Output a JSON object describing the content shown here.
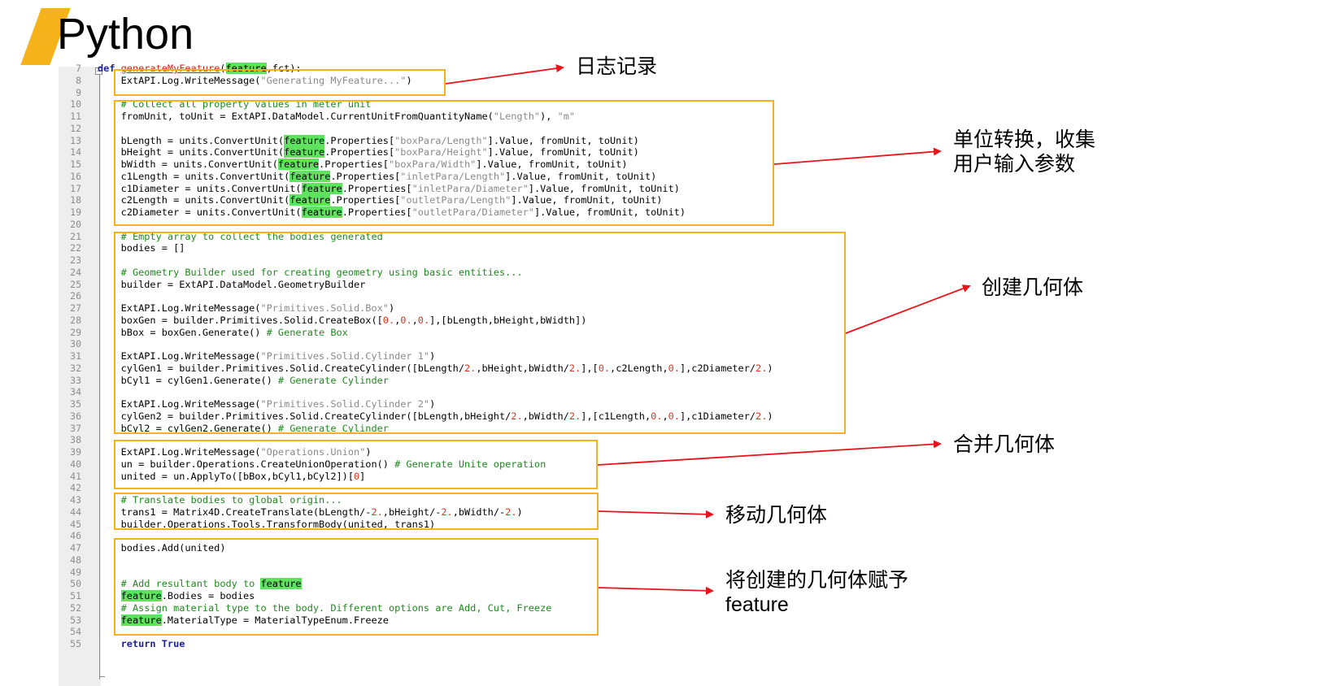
{
  "slide": {
    "title": "Python",
    "accent_color": "#f6b21a"
  },
  "editor": {
    "line_numbers": [
      "7",
      "8",
      "9",
      "10",
      "11",
      "12",
      "13",
      "14",
      "15",
      "16",
      "17",
      "18",
      "19",
      "20",
      "21",
      "22",
      "23",
      "24",
      "25",
      "26",
      "27",
      "28",
      "29",
      "30",
      "31",
      "32",
      "33",
      "34",
      "35",
      "36",
      "37",
      "38",
      "39",
      "40",
      "41",
      "42",
      "43",
      "44",
      "45",
      "46",
      "47",
      "48",
      "49",
      "50",
      "51",
      "52",
      "53",
      "54",
      "55"
    ],
    "fold_marker": "−",
    "lines": [
      [
        [
          "kw",
          "def "
        ],
        [
          "fn",
          "generateMyFeature"
        ],
        [
          "",
          "("
        ],
        [
          "hl",
          "feature"
        ],
        [
          "",
          ",fct):"
        ]
      ],
      [
        [
          "",
          "    ExtAPI.Log.WriteMessage("
        ],
        [
          "str",
          "\"Generating MyFeature...\""
        ],
        [
          "",
          ")"
        ]
      ],
      [],
      [
        [
          "cm",
          "    # Collect all property values in meter unit"
        ]
      ],
      [
        [
          "",
          "    fromUnit, toUnit = ExtAPI.DataModel.CurrentUnitFromQuantityName("
        ],
        [
          "str",
          "\"Length\""
        ],
        [
          "",
          "), "
        ],
        [
          "str",
          "\"m\""
        ]
      ],
      [],
      [
        [
          "",
          "    bLength = units.ConvertUnit("
        ],
        [
          "hl",
          "feature"
        ],
        [
          "",
          ".Properties["
        ],
        [
          "str",
          "\"boxPara/Length\""
        ],
        [
          "",
          "].Value, fromUnit, toUnit)"
        ]
      ],
      [
        [
          "",
          "    bHeight = units.ConvertUnit("
        ],
        [
          "hl",
          "feature"
        ],
        [
          "",
          ".Properties["
        ],
        [
          "str",
          "\"boxPara/Height\""
        ],
        [
          "",
          "].Value, fromUnit, toUnit)"
        ]
      ],
      [
        [
          "",
          "    bWidth = units.ConvertUnit("
        ],
        [
          "hl",
          "feature"
        ],
        [
          "",
          ".Properties["
        ],
        [
          "str",
          "\"boxPara/Width\""
        ],
        [
          "",
          "].Value, fromUnit, toUnit)"
        ]
      ],
      [
        [
          "",
          "    c1Length = units.ConvertUnit("
        ],
        [
          "hl",
          "feature"
        ],
        [
          "",
          ".Properties["
        ],
        [
          "str",
          "\"inletPara/Length\""
        ],
        [
          "",
          "].Value, fromUnit, toUnit)"
        ]
      ],
      [
        [
          "",
          "    c1Diameter = units.ConvertUnit("
        ],
        [
          "hl",
          "feature"
        ],
        [
          "",
          ".Properties["
        ],
        [
          "str",
          "\"inletPara/Diameter\""
        ],
        [
          "",
          "].Value, fromUnit, toUnit)"
        ]
      ],
      [
        [
          "",
          "    c2Length = units.ConvertUnit("
        ],
        [
          "hl",
          "feature"
        ],
        [
          "",
          ".Properties["
        ],
        [
          "str",
          "\"outletPara/Length\""
        ],
        [
          "",
          "].Value, fromUnit, toUnit)"
        ]
      ],
      [
        [
          "",
          "    c2Diameter = units.ConvertUnit("
        ],
        [
          "hl",
          "feature"
        ],
        [
          "",
          ".Properties["
        ],
        [
          "str",
          "\"outletPara/Diameter\""
        ],
        [
          "",
          "].Value, fromUnit, toUnit)"
        ]
      ],
      [],
      [
        [
          "cm",
          "    # Empty array to collect the bodies generated"
        ]
      ],
      [
        [
          "",
          "    bodies = []"
        ]
      ],
      [],
      [
        [
          "cm",
          "    # Geometry Builder used for creating geometry using basic entities..."
        ]
      ],
      [
        [
          "",
          "    builder = ExtAPI.DataModel.GeometryBuilder"
        ]
      ],
      [],
      [
        [
          "",
          "    ExtAPI.Log.WriteMessage("
        ],
        [
          "str",
          "\"Primitives.Solid.Box\""
        ],
        [
          "",
          ")"
        ]
      ],
      [
        [
          "",
          "    boxGen = builder.Primitives.Solid.CreateBox(["
        ],
        [
          "num",
          "0."
        ],
        [
          "",
          ","
        ],
        [
          "num",
          "0."
        ],
        [
          "",
          ","
        ],
        [
          "num",
          "0."
        ],
        [
          "",
          "],[bLength,bHeight,bWidth])"
        ]
      ],
      [
        [
          "",
          "    bBox = boxGen.Generate() "
        ],
        [
          "cm",
          "# Generate Box"
        ]
      ],
      [],
      [
        [
          "",
          "    ExtAPI.Log.WriteMessage("
        ],
        [
          "str",
          "\"Primitives.Solid.Cylinder 1\""
        ],
        [
          "",
          ")"
        ]
      ],
      [
        [
          "",
          "    cylGen1 = builder.Primitives.Solid.CreateCylinder([bLength/"
        ],
        [
          "num",
          "2."
        ],
        [
          "",
          ",bHeight,bWidth/"
        ],
        [
          "num",
          "2."
        ],
        [
          "",
          "],["
        ],
        [
          "num",
          "0."
        ],
        [
          "",
          ",c2Length,"
        ],
        [
          "num",
          "0."
        ],
        [
          "",
          "],c2Diameter/"
        ],
        [
          "num",
          "2."
        ],
        [
          "",
          ")"
        ]
      ],
      [
        [
          "",
          "    bCyl1 = cylGen1.Generate() "
        ],
        [
          "cm",
          "# Generate Cylinder"
        ]
      ],
      [],
      [
        [
          "",
          "    ExtAPI.Log.WriteMessage("
        ],
        [
          "str",
          "\"Primitives.Solid.Cylinder 2\""
        ],
        [
          "",
          ")"
        ]
      ],
      [
        [
          "",
          "    cylGen2 = builder.Primitives.Solid.CreateCylinder([bLength,bHeight/"
        ],
        [
          "num",
          "2."
        ],
        [
          "",
          ",bWidth/"
        ],
        [
          "num",
          "2."
        ],
        [
          "",
          "],[c1Length,"
        ],
        [
          "num",
          "0."
        ],
        [
          "",
          ","
        ],
        [
          "num",
          "0."
        ],
        [
          "",
          "],c1Diameter/"
        ],
        [
          "num",
          "2."
        ],
        [
          "",
          ")"
        ]
      ],
      [
        [
          "",
          "    bCyl2 = cylGen2.Generate() "
        ],
        [
          "cm",
          "# Generate Cylinder"
        ]
      ],
      [],
      [
        [
          "",
          "    ExtAPI.Log.WriteMessage("
        ],
        [
          "str",
          "\"Operations.Union\""
        ],
        [
          "",
          ")"
        ]
      ],
      [
        [
          "",
          "    un = builder.Operations.CreateUnionOperation() "
        ],
        [
          "cm",
          "# Generate Unite operation"
        ]
      ],
      [
        [
          "",
          "    united = un.ApplyTo([bBox,bCyl1,bCyl2])["
        ],
        [
          "num",
          "0"
        ],
        [
          "",
          "]"
        ]
      ],
      [],
      [
        [
          "cm",
          "    # Translate bodies to global origin..."
        ]
      ],
      [
        [
          "",
          "    trans1 = Matrix4D.CreateTranslate(bLength/-"
        ],
        [
          "num",
          "2."
        ],
        [
          "",
          ",bHeight/-"
        ],
        [
          "num",
          "2."
        ],
        [
          "",
          ",bWidth/-"
        ],
        [
          "num",
          "2."
        ],
        [
          "",
          ")"
        ]
      ],
      [
        [
          "",
          "    builder.Operations.Tools.TransformBody(united, trans1)"
        ]
      ],
      [],
      [
        [
          "",
          "    bodies.Add(united)"
        ]
      ],
      [],
      [],
      [
        [
          "cm",
          "    # Add resultant body to "
        ],
        [
          "hl",
          "feature"
        ]
      ],
      [
        [
          "",
          "    "
        ],
        [
          "hl",
          "feature"
        ],
        [
          "",
          ".Bodies = bodies"
        ]
      ],
      [
        [
          "cm",
          "    # Assign material type to the body. Different options are Add, Cut, Freeze"
        ]
      ],
      [
        [
          "",
          "    "
        ],
        [
          "hl",
          "feature"
        ],
        [
          "",
          ".MaterialType = MaterialTypeEnum.Freeze"
        ]
      ],
      [],
      [
        [
          "kw",
          "    return True"
        ]
      ]
    ]
  },
  "annotations": {
    "log": "日志记录",
    "units_line1": "单位转换，收集",
    "units_line2": "用户输入参数",
    "create": "创建几何体",
    "merge": "合并几何体",
    "move": "移动几何体",
    "assign_line1": "将创建的几何体赋予",
    "assign_line2": "feature"
  },
  "colors": {
    "box_border": "#f6b21a",
    "arrow": "#e8141b",
    "highlight": "#5fe35f",
    "comment": "#1e8a1e",
    "string": "#8a8a8a",
    "number": "#e0341c",
    "keyword": "#1d1d9e",
    "function_name": "#cc2222"
  }
}
